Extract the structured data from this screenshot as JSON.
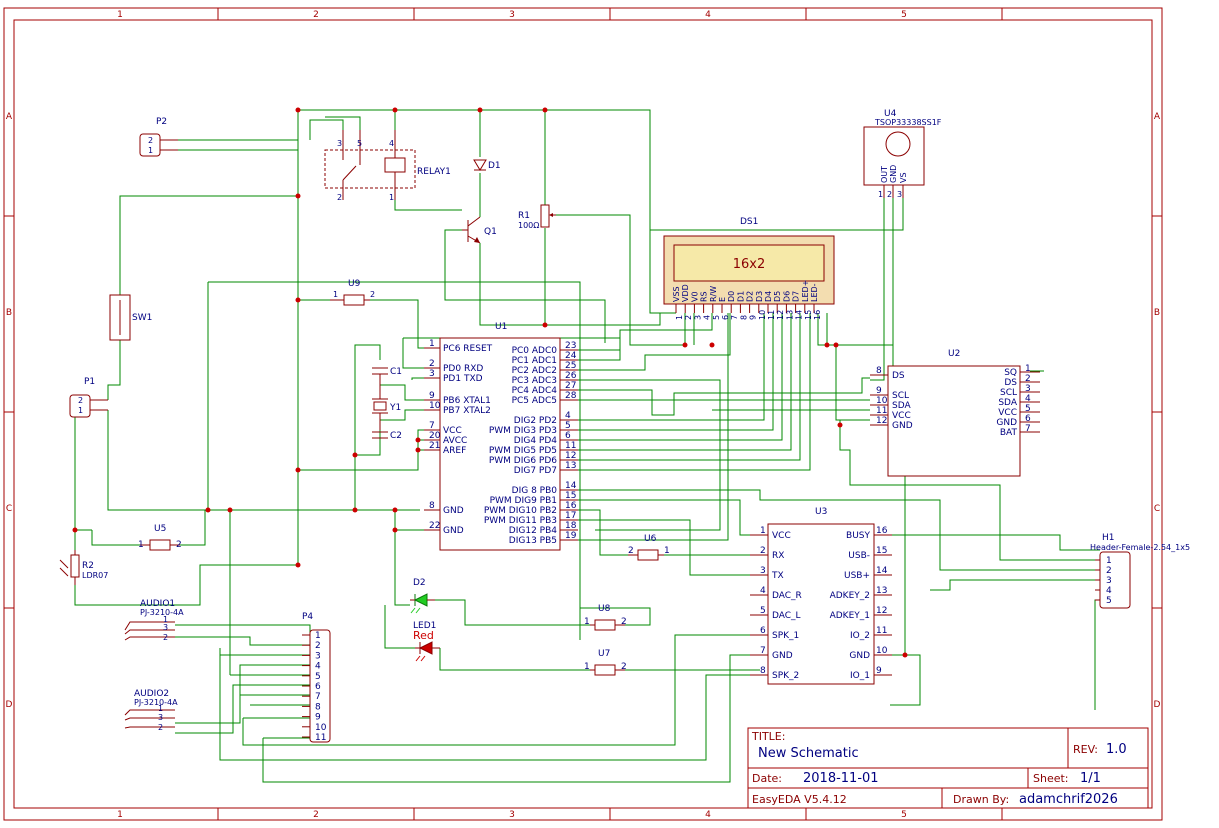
{
  "frame": {
    "col_labels": [
      "1",
      "2",
      "3",
      "4",
      "5"
    ],
    "row_labels": [
      "A",
      "B",
      "C",
      "D"
    ]
  },
  "components": {
    "p2": {
      "ref": "P2",
      "pins": [
        "2",
        "1"
      ]
    },
    "p1": {
      "ref": "P1",
      "pins": [
        "2",
        "1"
      ]
    },
    "sw1": {
      "ref": "SW1"
    },
    "relay1": {
      "ref": "RELAY1",
      "pins": [
        "3",
        "5",
        "4",
        "2",
        "1"
      ]
    },
    "d1": {
      "ref": "D1"
    },
    "q1": {
      "ref": "Q1"
    },
    "r1": {
      "ref": "R1",
      "value": "100Ω"
    },
    "u4": {
      "ref": "U4",
      "value": "TSOP33338SS1F",
      "pins": [
        "OUT",
        "GND",
        "VS"
      ],
      "pin_nums": [
        "1",
        "2",
        "3"
      ]
    },
    "ds1": {
      "ref": "DS1",
      "display": "16x2",
      "pins": [
        "VSS",
        "VDD",
        "V0",
        "RS",
        "R/W",
        "E",
        "D0",
        "D1",
        "D2",
        "D3",
        "D4",
        "D5",
        "D6",
        "D7",
        "LED+",
        "LED-"
      ],
      "pin_nums": [
        "1",
        "2",
        "3",
        "4",
        "5",
        "6",
        "7",
        "8",
        "9",
        "10",
        "11",
        "12",
        "13",
        "14",
        "15",
        "16"
      ]
    },
    "u9": {
      "ref": "U9",
      "pins": [
        "1",
        "2"
      ]
    },
    "u1": {
      "ref": "U1",
      "left_pins": [
        {
          "num": "1",
          "name": "PC6 RESET"
        },
        {
          "num": "2",
          "name": "PD0 RXD"
        },
        {
          "num": "3",
          "name": "PD1 TXD"
        },
        {
          "num": "9",
          "name": "PB6 XTAL1"
        },
        {
          "num": "10",
          "name": "PB7 XTAL2"
        },
        {
          "num": "7",
          "name": "VCC"
        },
        {
          "num": "20",
          "name": "AVCC"
        },
        {
          "num": "21",
          "name": "AREF"
        },
        {
          "num": "8",
          "name": "GND"
        },
        {
          "num": "22",
          "name": "GND"
        }
      ],
      "right_pins": [
        {
          "num": "23",
          "name": "PC0 ADC0"
        },
        {
          "num": "24",
          "name": "PC1 ADC1"
        },
        {
          "num": "25",
          "name": "PC2 ADC2"
        },
        {
          "num": "26",
          "name": "PC3 ADC3"
        },
        {
          "num": "27",
          "name": "PC4 ADC4"
        },
        {
          "num": "28",
          "name": "PC5 ADC5"
        },
        {
          "num": "4",
          "name": "DIG2 PD2"
        },
        {
          "num": "5",
          "name": "PWM DIG3 PD3"
        },
        {
          "num": "6",
          "name": "DIG4 PD4"
        },
        {
          "num": "11",
          "name": "PWM DIG5 PD5"
        },
        {
          "num": "12",
          "name": "PWM DIG6 PD6"
        },
        {
          "num": "13",
          "name": "DIG7 PD7"
        },
        {
          "num": "14",
          "name": "DIG 8 PB0"
        },
        {
          "num": "15",
          "name": "PWM DIG9 PB1"
        },
        {
          "num": "16",
          "name": "PWM DIG10 PB2"
        },
        {
          "num": "17",
          "name": "PWM DIG11 PB3"
        },
        {
          "num": "18",
          "name": "DIG12 PB4"
        },
        {
          "num": "19",
          "name": "DIG13 PB5"
        }
      ]
    },
    "c1": {
      "ref": "C1"
    },
    "y1": {
      "ref": "Y1"
    },
    "c2": {
      "ref": "C2"
    },
    "u2": {
      "ref": "U2",
      "left_pins": [
        {
          "num": "8",
          "name": "DS"
        },
        {
          "num": "9",
          "name": "SCL"
        },
        {
          "num": "10",
          "name": "SDA"
        },
        {
          "num": "11",
          "name": "VCC"
        },
        {
          "num": "12",
          "name": "GND"
        }
      ],
      "right_pins": [
        {
          "num": "1",
          "name": "SQ"
        },
        {
          "num": "2",
          "name": "DS"
        },
        {
          "num": "3",
          "name": "SCL"
        },
        {
          "num": "4",
          "name": "SDA"
        },
        {
          "num": "5",
          "name": "VCC"
        },
        {
          "num": "6",
          "name": "GND"
        },
        {
          "num": "7",
          "name": "BAT"
        }
      ]
    },
    "u5": {
      "ref": "U5",
      "pins": [
        "1",
        "2"
      ]
    },
    "r2": {
      "ref": "R2",
      "value": "LDR07"
    },
    "u6": {
      "ref": "U6",
      "pins": [
        "2",
        "1"
      ]
    },
    "u3": {
      "ref": "U3",
      "left_pins": [
        {
          "num": "1",
          "name": "VCC"
        },
        {
          "num": "2",
          "name": "RX"
        },
        {
          "num": "3",
          "name": "TX"
        },
        {
          "num": "4",
          "name": "DAC_R"
        },
        {
          "num": "5",
          "name": "DAC_L"
        },
        {
          "num": "6",
          "name": "SPK_1"
        },
        {
          "num": "7",
          "name": "GND"
        },
        {
          "num": "8",
          "name": "SPK_2"
        }
      ],
      "right_pins": [
        {
          "num": "16",
          "name": "BUSY"
        },
        {
          "num": "15",
          "name": "USB-"
        },
        {
          "num": "14",
          "name": "USB+"
        },
        {
          "num": "13",
          "name": "ADKEY_2"
        },
        {
          "num": "12",
          "name": "ADKEY_1"
        },
        {
          "num": "11",
          "name": "IO_2"
        },
        {
          "num": "10",
          "name": "GND"
        },
        {
          "num": "9",
          "name": "IO_1"
        }
      ]
    },
    "h1": {
      "ref": "H1",
      "value": "Header-Female-2.54_1x5",
      "pins": [
        "1",
        "2",
        "3",
        "4",
        "5"
      ]
    },
    "d2": {
      "ref": "D2"
    },
    "led1": {
      "ref": "LED1",
      "value": "Red"
    },
    "u8": {
      "ref": "U8",
      "pins": [
        "1",
        "2"
      ]
    },
    "u7": {
      "ref": "U7",
      "pins": [
        "1",
        "2"
      ]
    },
    "audio1": {
      "ref": "AUDIO1",
      "value": "PJ-3210-4A",
      "pins": [
        "1",
        "3",
        "2"
      ]
    },
    "audio2": {
      "ref": "AUDIO2",
      "value": "PJ-3210-4A",
      "pins": [
        "1",
        "3",
        "2"
      ]
    },
    "p4": {
      "ref": "P4",
      "pins": [
        "1",
        "2",
        "3",
        "4",
        "5",
        "6",
        "7",
        "8",
        "9",
        "10",
        "11"
      ]
    }
  },
  "title_block": {
    "title_label": "TITLE:",
    "title": "New Schematic",
    "rev_label": "REV:",
    "rev": "1.0",
    "date_label": "Date:",
    "date": "2018-11-01",
    "sheet_label": "Sheet:",
    "sheet": "1/1",
    "tool": "EasyEDA V5.4.12",
    "drawn_label": "Drawn By:",
    "drawn_by": "adamchrif2026"
  },
  "colors": {
    "frame": "#a40000",
    "wire": "#008800",
    "text": "#000080",
    "junction": "#cc0000",
    "lcd_bezel": "#f3ddb0",
    "lcd_screen": "#f6e9a8",
    "led_green": "#22cc22",
    "led_red": "#cc0000"
  }
}
